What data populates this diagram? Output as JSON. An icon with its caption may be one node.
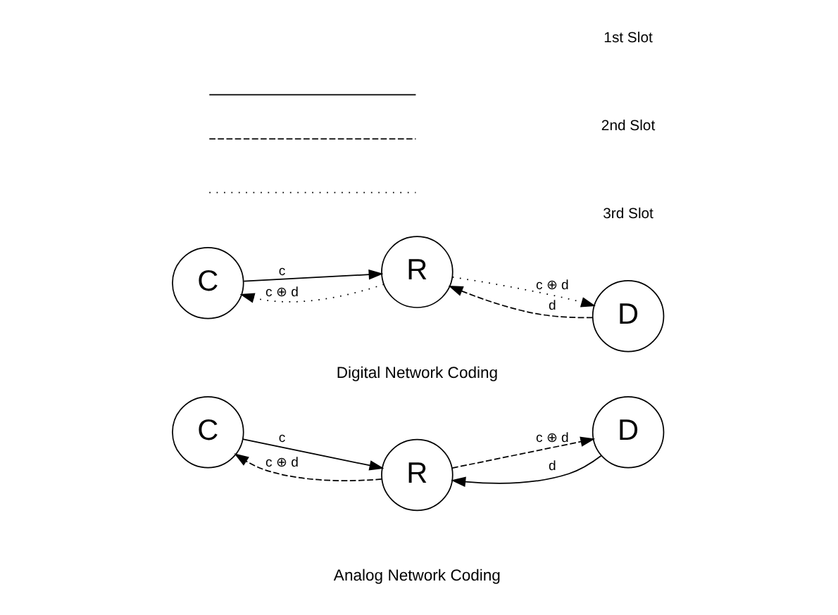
{
  "diagram": {
    "nodes": [
      {
        "text": [
          "C"
        ]
      },
      {
        "text": [
          "R"
        ]
      },
      {
        "text": [
          "D"
        ]
      },
      {
        "text": [
          "C"
        ]
      },
      {
        "text": [
          "R"
        ]
      },
      {
        "text": [
          "D"
        ]
      }
    ],
    "edges": [
      {
        "from": 0,
        "to": 1,
        "arrow": "to",
        "label": "c"
      },
      {
        "from": 2,
        "to": 1,
        "arrow": "to",
        "label": "d",
        "style": "dashed"
      },
      {
        "from": 1,
        "to": 0,
        "arrow": "to",
        "label": "c ⊕ d",
        "style": "dashed"
      },
      {
        "from": 1,
        "to": 2,
        "arrow": "to",
        "label": "c ⊕ d",
        "style": "dashed"
      },
      {
        "from": 3,
        "to": 4,
        "arrow": "to",
        "label": "c"
      },
      {
        "from": 5,
        "to": 4,
        "arrow": "to",
        "label": "d"
      },
      {
        "from": 4,
        "to": 3,
        "arrow": "to",
        "label": "c ⊕ d",
        "style": "dashed"
      },
      {
        "from": 4,
        "to": 5,
        "arrow": "to",
        "label": "c ⊕ d",
        "style": "dashed"
      }
    ],
    "labels": [
      "Digital Network Coding",
      "Analog Network Coding"
    ],
    "legend": [
      {
        "text": "1st Slot"
      },
      {
        "text": "2nd Slot"
      },
      {
        "text": "3rd Slot"
      }
    ]
  }
}
